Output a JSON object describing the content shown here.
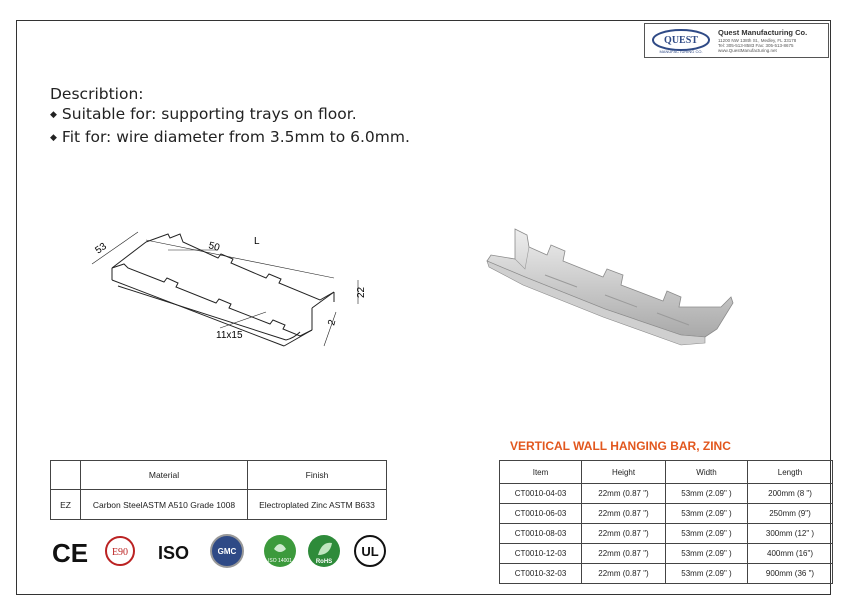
{
  "company": {
    "logo_text": "QUEST",
    "logo_sub": "MANUFACTURING CO.",
    "name": "Quest Manufacturing Co.",
    "address": "11200 NW 138th St., Medley, FL 33178",
    "phone": "Tel: 305-513-8583   Fax: 305-513-8675",
    "web": "www.QuestManufacturing.net"
  },
  "description": {
    "heading": "Describtion:",
    "bullets": [
      "Suitable for: supporting trays on floor.",
      "Fit for: wire diameter from 3.5mm to 6.0mm."
    ]
  },
  "drawing": {
    "dim_width": "53",
    "dim_spacing": "50",
    "dim_length": "L",
    "dim_height": "22",
    "dim_thickness": "2",
    "dim_slot": "11x15"
  },
  "material_table": {
    "headers": [
      "",
      "Material",
      "Finish"
    ],
    "rows": [
      [
        "EZ",
        "Carbon SteelASTM A510 Grade 1008",
        "Electroplated Zinc ASTM B633"
      ]
    ]
  },
  "spec": {
    "title": "VERTICAL WALL HANGING BAR, ZINC",
    "headers": [
      "Item",
      "Height",
      "Width",
      "Length"
    ],
    "rows": [
      [
        "CT0010-04-03",
        "22mm (0.87 \")",
        "53mm (2.09\" )",
        "200mm (8 \")"
      ],
      [
        "CT0010-06-03",
        "22mm (0.87 \")",
        "53mm (2.09\" )",
        "250mm (9\")"
      ],
      [
        "CT0010-08-03",
        "22mm (0.87 \")",
        "53mm (2.09\" )",
        "300mm (12\" )"
      ],
      [
        "CT0010-12-03",
        "22mm (0.87 \")",
        "53mm (2.09\" )",
        "400mm (16\")"
      ],
      [
        "CT0010-32-03",
        "22mm (0.87 \")",
        "53mm (2.09\" )",
        "900mm (36 \")"
      ]
    ]
  },
  "certifications": {
    "ce": "CE",
    "e90": "E90",
    "iso": "ISO",
    "gmc": "GMC",
    "iso14001": "ISO 14001",
    "rohs": "RoHS",
    "ul": "UL"
  },
  "colors": {
    "spec_title": "#e2571e",
    "logo_blue": "#2f4a86"
  }
}
